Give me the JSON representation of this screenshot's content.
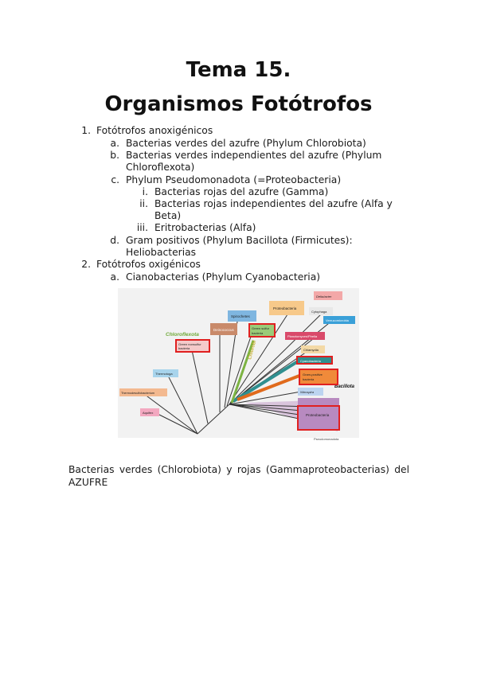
{
  "header": {
    "title_line1": "Tema 15.",
    "title_line2": "Organismos Fotótrofos"
  },
  "outline": {
    "items": [
      {
        "marker": "1.",
        "text": "Fotótrofos anoxigénicos",
        "children": [
          {
            "marker": "a.",
            "text": "Bacterias verdes del azufre (Phylum Chlorobiota)"
          },
          {
            "marker": "b.",
            "text": "Bacterias verdes independientes del azufre (Phylum",
            "text2": "Chloroflexota)"
          },
          {
            "marker": "c.",
            "text": "Phylum Pseudomonadota (=Proteobacteria)",
            "children": [
              {
                "marker": "i.",
                "text": "Bacterias rojas del azufre (Gamma)"
              },
              {
                "marker": "ii.",
                "text": "Bacterias rojas independientes del azufre (Alfa y",
                "text2": "Beta)"
              },
              {
                "marker": "iii.",
                "text": "Eritrobacterias (Alfa)"
              }
            ]
          },
          {
            "marker": "d.",
            "text": "Gram positivos (Phylum Bacillota (Firmicutes):",
            "text2": "Heliobacterias"
          }
        ]
      },
      {
        "marker": "2.",
        "text": "Fotótrofos oxigénicos",
        "children": [
          {
            "marker": "a.",
            "text": "Cianobacterias (Phylum Cyanobacteria)"
          }
        ]
      }
    ]
  },
  "figure": {
    "labels": {
      "deinococcus": "Deinococcus",
      "chloroflexota": "Chloroflexota",
      "green_nonsulfur": "Green nonsulfur",
      "bacteria": "bacteria",
      "spirochetes": "Spirochetes",
      "green_sulfur": "Green sulfur",
      "chlorobiota": "Chlorobi",
      "proteobacteria_top": "Proteobacteria",
      "deltabacter": "Delta/acter",
      "cytophaga": "Cytophaga",
      "verrucomicrobia": "Verrucomicrobia",
      "planctomyces": "Planctomyces/Pirella",
      "chlamydia": "Chlamydia",
      "cyanobacteria": "Cyanobacteria",
      "gram_positive": "Gram-positive",
      "bacillota": "Bacillota",
      "nitrospira": "Nitrospira",
      "thermotoga": "Thermotoga",
      "thermodesulfobacterium": "Thermodesulfobacterium",
      "aquifex": "Aquifex",
      "proteobacteria": "Proteobacteria",
      "pseudomonadota": "Pseudomonadota"
    },
    "colors": {
      "deinococcus": "#c98a6a",
      "spirochetes": "#7fb6e0",
      "proteobacteria_top": "#f7c98a",
      "cyanobacteria": "#3c8c8c",
      "highlight": "#e02020",
      "proteobacteria": "#b88ac0",
      "chloroflexota_text": "#6ea836",
      "background": "#f0f0f0"
    }
  },
  "caption": {
    "text": "Bacterias verdes (Chlorobiota) y rojas (Gammaproteobacterias) del AZUFRE"
  }
}
